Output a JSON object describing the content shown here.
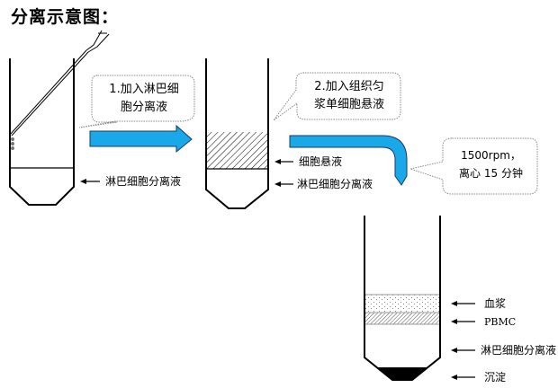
{
  "title": "分离示意图：",
  "colors": {
    "arrow_fill": "#19a8e8",
    "arrow_stroke": "#1c3a60",
    "outline": "#000000",
    "layer_border": "#999999",
    "sediment": "#000000"
  },
  "tube1": {
    "layer_label": "淋巴细胞分离液"
  },
  "step1": {
    "line1": "1.加入淋巴细",
    "line2": "胞分离液"
  },
  "tube2": {
    "labels": [
      "细胞悬液",
      "淋巴细胞分离液"
    ]
  },
  "step2": {
    "line1": "2.加入组织匀",
    "line2": "浆单细胞悬液"
  },
  "step3": {
    "line1": "1500rpm，",
    "line2": "离心 15 分钟"
  },
  "tube3": {
    "labels": [
      "血浆",
      "PBMC",
      "淋巴细胞分离液",
      "沉淀"
    ]
  }
}
